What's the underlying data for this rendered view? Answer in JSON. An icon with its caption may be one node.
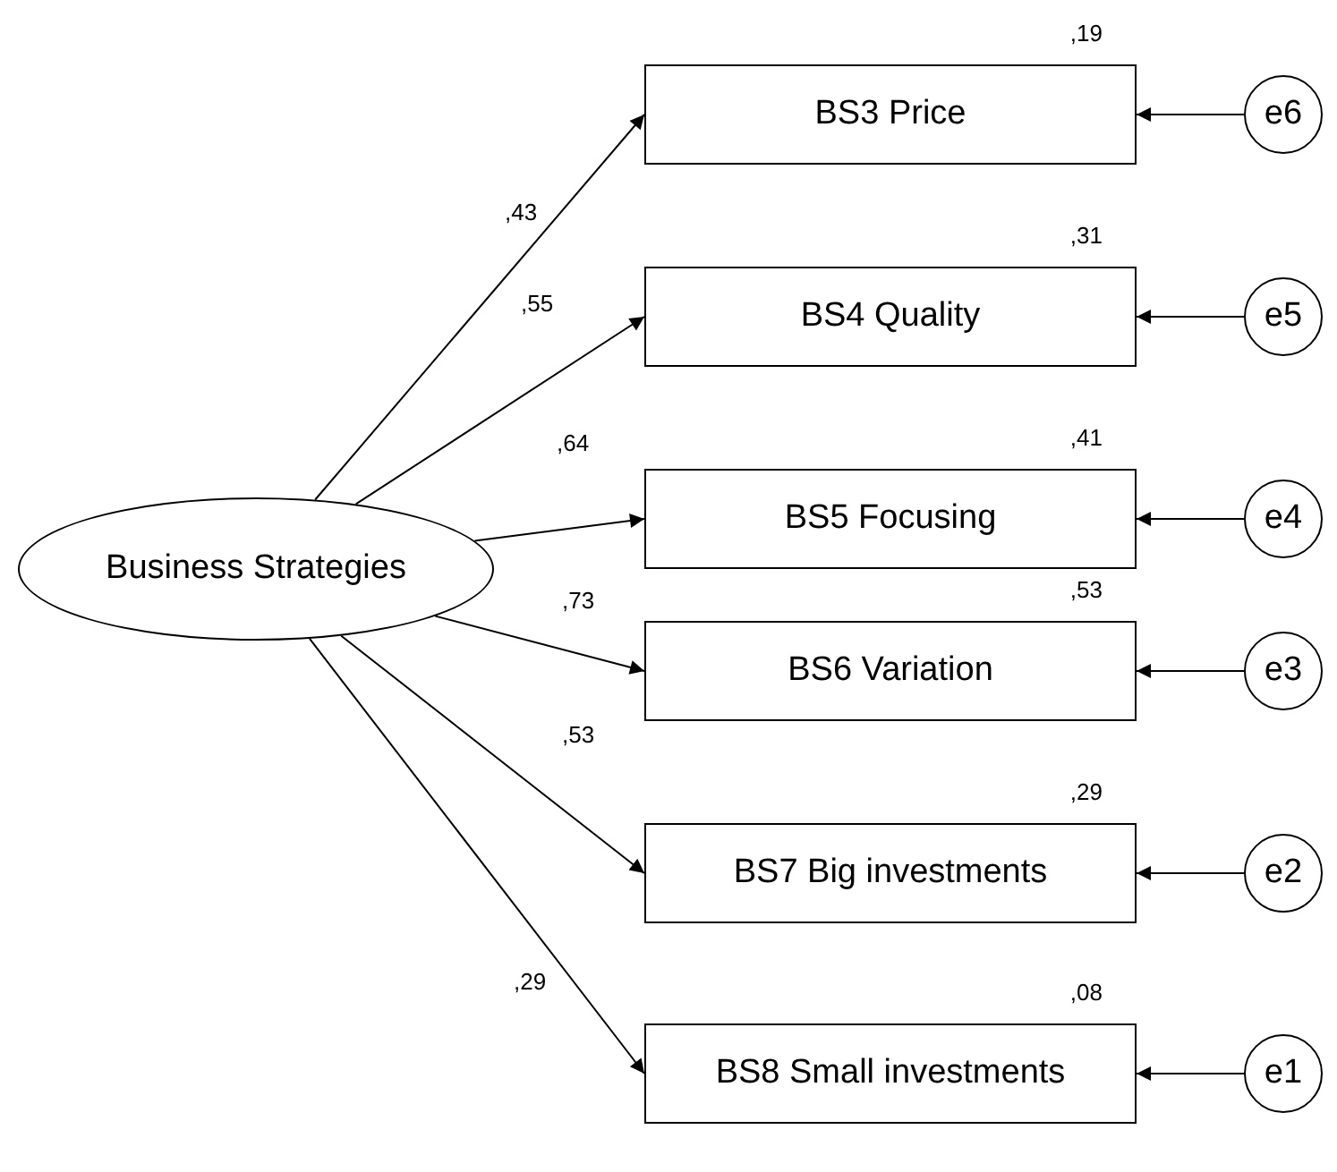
{
  "diagram": {
    "nodes": [
      {
        "text": [
          "Business Strategies"
        ]
      },
      {
        "text": [
          "BS3 Price"
        ],
        "beside": [
          ",19"
        ]
      },
      {
        "text": [
          "BS4 Quality"
        ],
        "beside": [
          ",31"
        ]
      },
      {
        "text": [
          "BS5 Focusing"
        ],
        "beside": [
          ",41"
        ]
      },
      {
        "text": [
          "BS6 Variation"
        ],
        "beside": [
          ",53"
        ]
      },
      {
        "text": [
          "BS7 Big investments"
        ],
        "beside": [
          ",29"
        ]
      },
      {
        "text": [
          "BS8 Small investments"
        ],
        "beside": [
          ",08"
        ]
      },
      {
        "text": [
          "e6"
        ]
      },
      {
        "text": [
          "e5"
        ]
      },
      {
        "text": [
          "e4"
        ]
      },
      {
        "text": [
          "e3"
        ]
      },
      {
        "text": [
          "e2"
        ]
      },
      {
        "text": [
          "e1"
        ]
      }
    ],
    "edges": [
      {
        "from": 0,
        "to": 1,
        "arrow": "to",
        "label": ",43"
      },
      {
        "from": 0,
        "to": 2,
        "arrow": "to",
        "label": ",55"
      },
      {
        "from": 0,
        "to": 3,
        "arrow": "to",
        "label": ",64"
      },
      {
        "from": 0,
        "to": 4,
        "arrow": "to",
        "label": ",73"
      },
      {
        "from": 0,
        "to": 5,
        "arrow": "to",
        "label": ",53"
      },
      {
        "from": 0,
        "to": 6,
        "arrow": "to",
        "label": ",29"
      },
      {
        "from": 7,
        "to": 1,
        "arrow": "to"
      },
      {
        "from": 8,
        "to": 2,
        "arrow": "to"
      },
      {
        "from": 9,
        "to": 3,
        "arrow": "to"
      },
      {
        "from": 10,
        "to": 4,
        "arrow": "to"
      },
      {
        "from": 11,
        "to": 5,
        "arrow": "to"
      },
      {
        "from": 12,
        "to": 6,
        "arrow": "to"
      }
    ]
  }
}
